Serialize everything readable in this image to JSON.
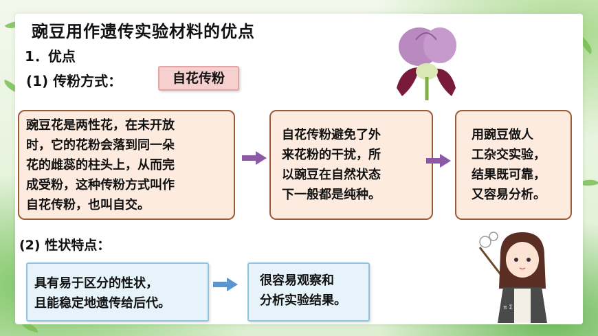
{
  "title": "豌豆用作遗传实验材料的优点",
  "section1": {
    "heading": "1．优点",
    "sub_heading": "(1) 传粉方式：",
    "tag": "自花传粉"
  },
  "flow1": {
    "box1_lines": [
      "豌豆花是两性花，在未开放",
      "时，它的花粉会落到同一朵",
      "花的雌蕊的柱头上，从而完",
      "成受粉，这种传粉方式叫作",
      "自花传粉，也叫自交。"
    ],
    "box2_lines": [
      "自花传粉避免了外",
      "来花粉的干扰，所",
      "以豌豆在自然状态",
      "下一般都是纯种。"
    ],
    "box3_lines": [
      "用豌豆做人",
      "工杂交实验，",
      "结果既可靠，",
      "又容易分析。"
    ]
  },
  "section2": {
    "heading": "(2) 性状特点："
  },
  "flow2": {
    "box1_lines": [
      "具有易于区分的性状，",
      "且能稳定地遗传给后代。"
    ],
    "box2_lines": [
      "很容易观察和",
      "分析实验结果。"
    ]
  },
  "colors": {
    "arrow_purple": "#8a5aa6",
    "arrow_blue": "#5b95cf",
    "box_fill": "#fdebe0",
    "box_border": "#9c5a36",
    "tag_fill": "#f6cfcf",
    "blue_box_fill": "#e6f3fb"
  },
  "images": [
    "pea-flower",
    "teacher-girl-cartoon"
  ]
}
